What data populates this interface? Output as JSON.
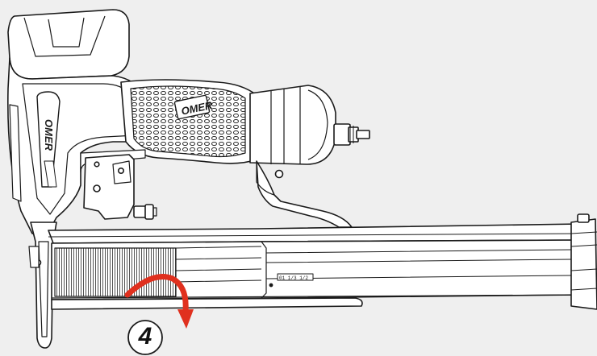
{
  "diagram": {
    "brand": "OMER",
    "magazine_scale": "01 1/3 1/2",
    "step_number": "4"
  },
  "colors": {
    "background": "#efefef",
    "outline": "#1a1a1a",
    "arrow": "#e0301e",
    "staples": "#555555"
  }
}
